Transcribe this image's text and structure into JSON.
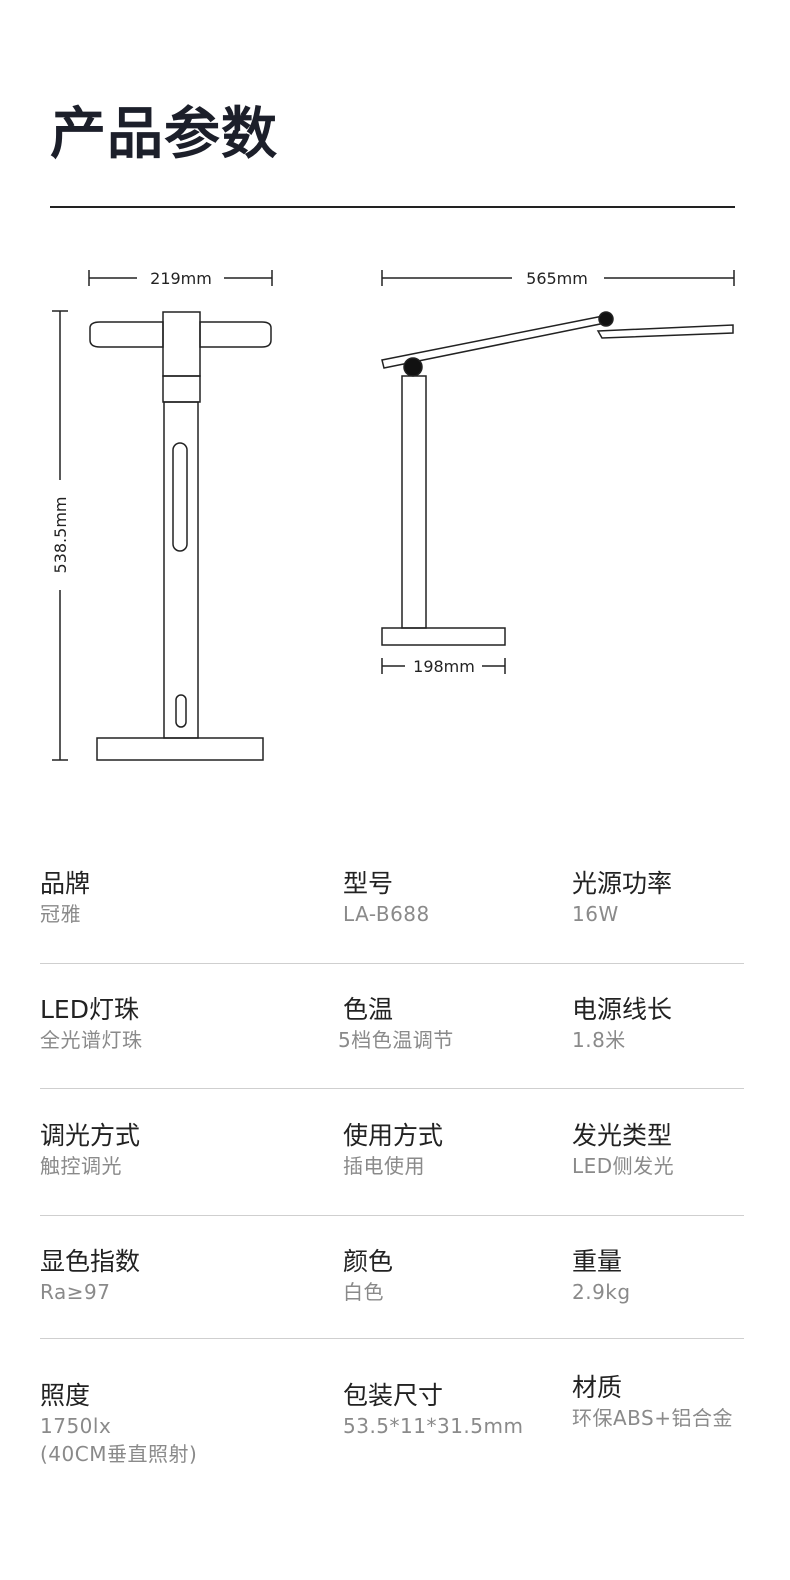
{
  "header": {
    "title": "产品参数"
  },
  "dimensions": {
    "front_width": "219mm",
    "height": "538.5mm",
    "side_reach": "565mm",
    "base_width": "198mm"
  },
  "specs": [
    {
      "label": "品牌",
      "value": "冠雅"
    },
    {
      "label": "型号",
      "value": "LA-B688"
    },
    {
      "label": "光源功率",
      "value": "16W"
    },
    {
      "label": "LED灯珠",
      "value": "全光谱灯珠"
    },
    {
      "label": "色温",
      "value": "5档色温调节"
    },
    {
      "label": "电源线长",
      "value": "1.8米"
    },
    {
      "label": "调光方式",
      "value": "触控调光"
    },
    {
      "label": "使用方式",
      "value": "插电使用"
    },
    {
      "label": "发光类型",
      "value": "LED侧发光"
    },
    {
      "label": "显色指数",
      "value": "Ra≥97"
    },
    {
      "label": "颜色",
      "value": "白色"
    },
    {
      "label": "重量",
      "value": "2.9kg"
    },
    {
      "label": "照度",
      "value": "1750lx",
      "value2": "(40CM垂直照射)"
    },
    {
      "label": "包装尺寸",
      "value": "53.5*11*31.5mm"
    },
    {
      "label": "材质",
      "value": "环保ABS+铝合金"
    }
  ]
}
